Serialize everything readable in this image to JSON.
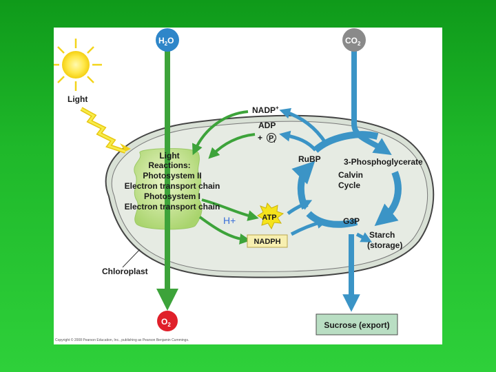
{
  "inputs": {
    "water": {
      "base": "H",
      "sub": "2",
      "tail": "O"
    },
    "carbon_dioxide": {
      "base": "CO",
      "sub": "2"
    }
  },
  "outputs": {
    "oxygen": {
      "base": "O",
      "sub": "2"
    },
    "sucrose": "Sucrose (export)"
  },
  "light_label": "Light",
  "chloroplast_label": "Chloroplast",
  "light_reactions": {
    "line1": "Light",
    "line2": "Reactions:",
    "line3": "Photosystem II",
    "line4": "Electron transport chain",
    "line5": "Photosystem I",
    "line6": "Electron transport chain"
  },
  "carriers": {
    "nadp_base": "NADP",
    "nadp_sup": "+",
    "adp": "ADP",
    "plus": "+",
    "pi_base": "P",
    "pi_sub": "i",
    "atp": "ATP",
    "nadph": "NADPH",
    "h_plus": "H+"
  },
  "calvin_cycle": {
    "rubp": "RuBP",
    "pga": "3-Phosphoglycerate",
    "calvin_line1": "Calvin",
    "calvin_line2": "Cycle",
    "g3p": "G3P",
    "starch_line1": "Starch",
    "starch_line2": "(storage)"
  },
  "copyright": "Copyright © 2008 Pearson Education, Inc., publishing as Pearson Benjamin Cummings.",
  "colors": {
    "green_arrow": "#3da33a",
    "blue_arrow": "#3b94c6",
    "water_circle": "#2e86c9",
    "co2_circle": "#8a8a8a",
    "o2_circle": "#e0202a",
    "atp_star": "#f5e31c",
    "nadph_box": "#f7efb0",
    "sucrose_box": "#b9dec3",
    "chloroplast_fill": "#dfe6dc",
    "light_reaction_blob": "#bfe08e",
    "h_plus_text": "#3a6fd8"
  }
}
